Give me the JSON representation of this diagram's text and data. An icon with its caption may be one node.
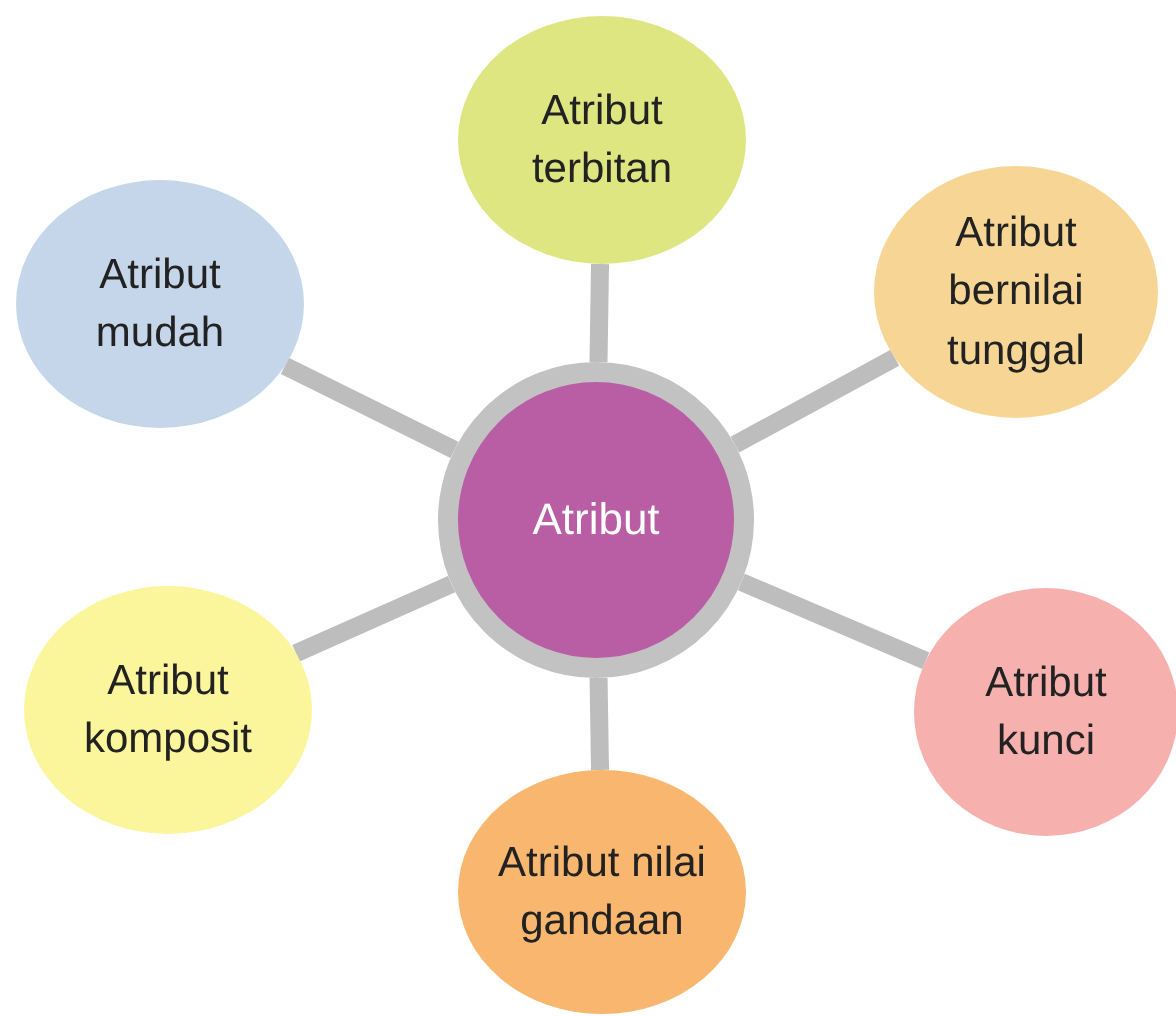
{
  "diagram": {
    "nodes": [
      {
        "text": [
          "Atribut"
        ]
      },
      {
        "text": [
          "Atribut terbitan"
        ]
      },
      {
        "text": [
          "Atribut mudah"
        ]
      },
      {
        "text": [
          "Atribut bernilai tunggal"
        ]
      },
      {
        "text": [
          "Atribut komposit"
        ]
      },
      {
        "text": [
          "Atribut kunci"
        ]
      },
      {
        "text": [
          "Atribut nilai gandaan"
        ]
      }
    ],
    "edges": [
      {
        "from": 0,
        "to": 1,
        "arrow": "none"
      },
      {
        "from": 0,
        "to": 2,
        "arrow": "none"
      },
      {
        "from": 0,
        "to": 3,
        "arrow": "none"
      },
      {
        "from": 0,
        "to": 4,
        "arrow": "none"
      },
      {
        "from": 0,
        "to": 5,
        "arrow": "none"
      },
      {
        "from": 0,
        "to": 6,
        "arrow": "none"
      }
    ]
  }
}
